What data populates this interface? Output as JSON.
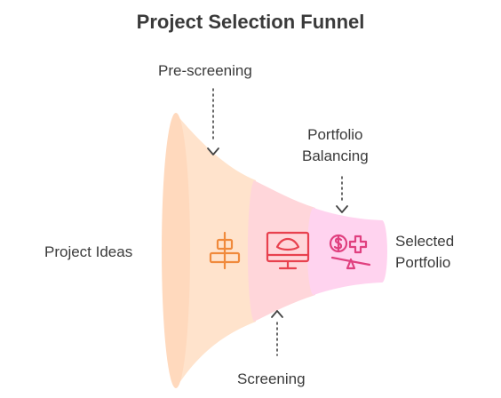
{
  "title": "Project Selection Funnel",
  "stages": {
    "ideas": "Project Ideas",
    "prescreening": "Pre-screening",
    "screening": "Screening",
    "balancing_line1": "Portfolio",
    "balancing_line2": "Balancing",
    "selected_line1": "Selected",
    "selected_line2": "Portfolio"
  },
  "colors": {
    "funnel_rim": "#ffd9bd",
    "stage1": "#ffe3cc",
    "stage2": "#ffd6da",
    "stage3": "#ffd3ef",
    "icon_orange": "#f08a3c",
    "icon_red": "#e8414e",
    "icon_pink": "#e0407f",
    "text": "#3a3a3a"
  },
  "icons": {
    "stage1": "align-center-icon",
    "stage2": "monitor-icon",
    "stage3": "balance-scale-icon"
  }
}
